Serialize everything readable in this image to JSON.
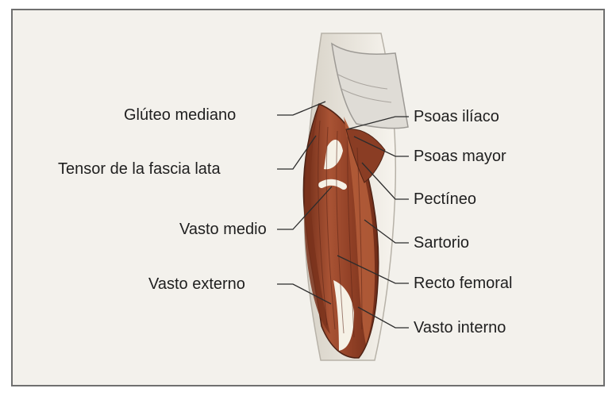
{
  "labels": {
    "left": [
      "Glúteo mediano",
      "Tensor de la fascia lata",
      "Vasto medio",
      "Vasto externo"
    ],
    "right": [
      "Psoas ilíaco",
      "Psoas mayor",
      "Pectíneo",
      "Sartorio",
      "Recto femoral",
      "Vasto interno"
    ]
  },
  "colors": {
    "muscle": "#9c4a2d",
    "muscle_dark": "#6f2c18",
    "tendon": "#f4efe3",
    "outline": "#5d5d5d",
    "panel_bg": "#f3f1ec",
    "border": "#6f6f6f"
  }
}
